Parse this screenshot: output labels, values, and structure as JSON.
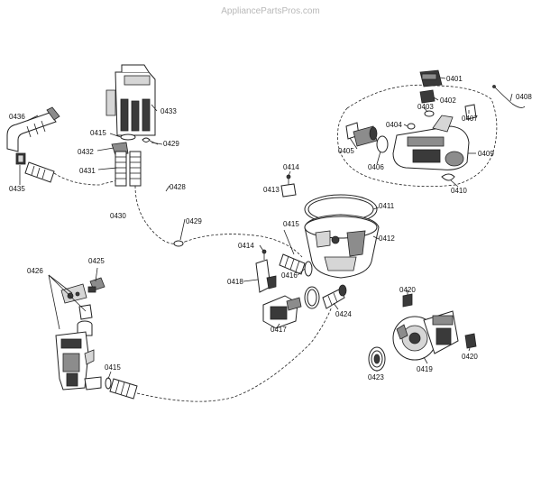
{
  "watermark": "AppliancePartsPros.com",
  "callouts": {
    "c0401": "0401",
    "c0402": "0402",
    "c0403": "0403",
    "c0404": "0404",
    "c0405": "0405",
    "c0406": "0406",
    "c0407": "0407",
    "c0408": "0408",
    "c0409": "0409",
    "c0410": "0410",
    "c0411": "0411",
    "c0412": "0412",
    "c0413": "0413",
    "c0414a": "0414",
    "c0414b": "0414",
    "c0415a": "0415",
    "c0415b": "0415",
    "c0415c": "0415",
    "c0416": "0416",
    "c0417": "0417",
    "c0418": "0418",
    "c0419": "0419",
    "c0420a": "0420",
    "c0420b": "0420",
    "c0423": "0423",
    "c0424": "0424",
    "c0425": "0425",
    "c0426": "0426",
    "c0428": "0428",
    "c0429a": "0429",
    "c0429b": "0429",
    "c0430": "0430",
    "c0431": "0431",
    "c0432": "0432",
    "c0433": "0433",
    "c0435": "0435",
    "c0436": "0436"
  }
}
